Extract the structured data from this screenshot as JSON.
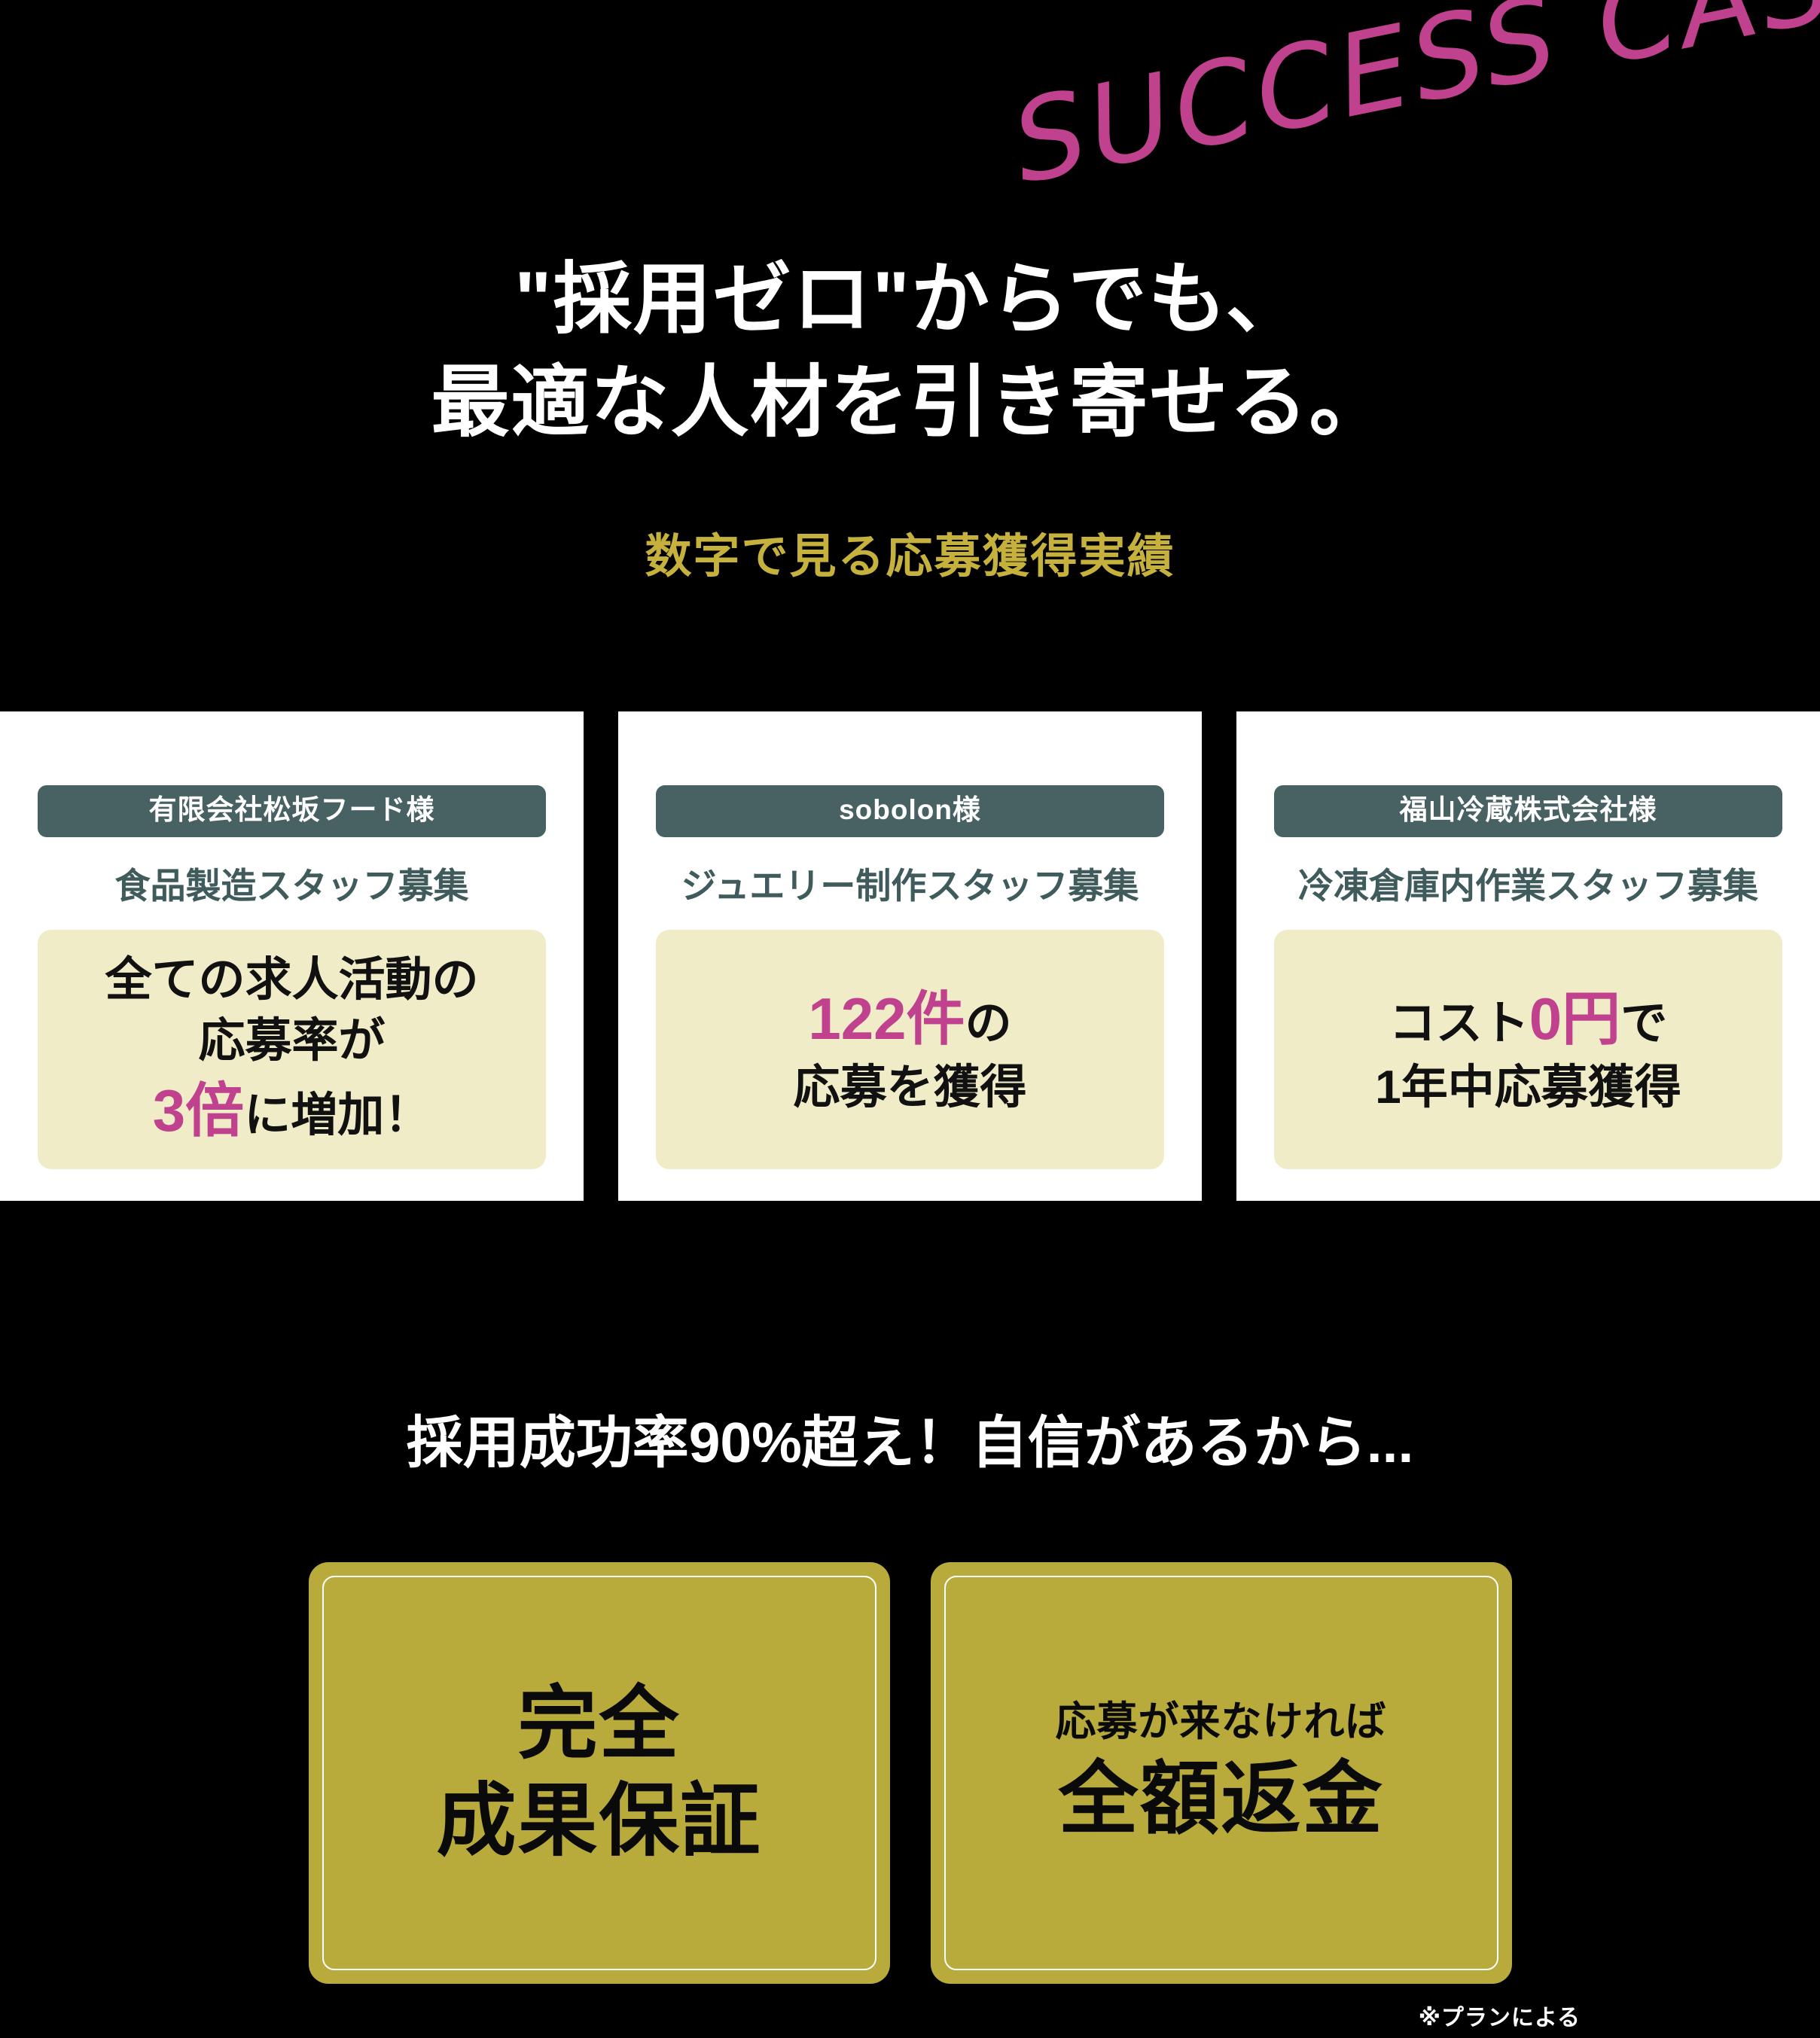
{
  "background_color": "#000000",
  "accent_pink": "#c0428e",
  "accent_gold": "#c5b13c",
  "badge_slate": "#486163",
  "cream": "#f0ecc8",
  "gold_box": "#b8ab3c",
  "decor": {
    "success_case": "SUCCESS CASE"
  },
  "hero": {
    "line1": "\"採用ゼロ\"からでも、",
    "line2": "最適な人材を引き寄せる。",
    "subtitle": "数字で見る応募獲得実績"
  },
  "cards": [
    {
      "company": "有限会社松坂フード様",
      "role": "食品製造スタッフ募集",
      "result_lines": [
        {
          "plain": "全ての求人活動の"
        },
        {
          "plain": "応募率が"
        },
        {
          "accent": "3倍",
          "plain": "に増加！"
        }
      ]
    },
    {
      "company": "sobolon様",
      "role": "ジュエリー制作スタッフ募集",
      "result_lines": [
        {
          "accent": "122件",
          "plain": "の"
        },
        {
          "plain": "応募を獲得"
        }
      ]
    },
    {
      "company": "福山冷蔵株式会社様",
      "role": "冷凍倉庫内作業スタッフ募集",
      "result_lines": [
        {
          "plain_pre": "コスト",
          "accent": "0円",
          "plain": "で"
        },
        {
          "plain": "1年中応募獲得"
        }
      ]
    }
  ],
  "claim": "採用成功率90%超え！自信があるから...",
  "guarantees": [
    {
      "small": "",
      "big_line1": "完全",
      "big_line2": "成果保証"
    },
    {
      "small": "応募が来なければ",
      "big_line1": "全額返金",
      "big_line2": ""
    }
  ],
  "footnote": "※プランによる"
}
